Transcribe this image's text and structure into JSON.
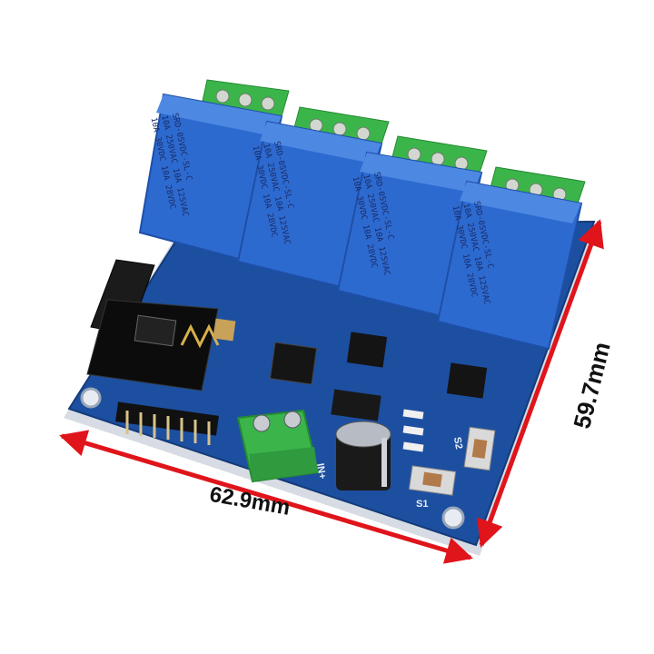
{
  "dimensions": {
    "width_label": "62.9mm",
    "height_label": "59.7mm",
    "arrow_color": "#e0141b"
  },
  "board": {
    "pcb_color": "#1d4fa0",
    "relay_color": "#2d6ad0",
    "terminal_color": "#39b54a",
    "relays": [
      {
        "lines": [
          "SRD-05VDC-SL-C",
          "10A 250VAC 10A 125VAC",
          "10A 30VDC 10A 28VDC"
        ]
      },
      {
        "lines": [
          "SRD-05VDC-SL-C",
          "10A 250VAC 10A 125VAC",
          "10A 30VDC 10A 28VDC"
        ]
      },
      {
        "lines": [
          "SRD-05VDC-SL-C",
          "10A 250VAC 10A 125VAC",
          "10A 30VDC 10A 28VDC"
        ]
      },
      {
        "lines": [
          "SRD-05VDC-SL-C",
          "10A 250VAC 10A 125VAC",
          "10A 30VDC 10A 28VDC"
        ]
      }
    ],
    "silkscreen": {
      "s1": "S1",
      "s2": "S2",
      "input": "IN+"
    }
  }
}
